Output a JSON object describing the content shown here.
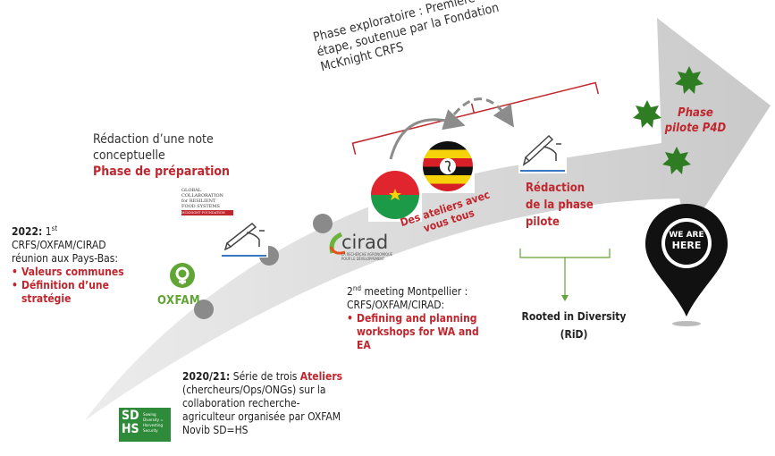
{
  "milestones": {
    "m2022": {
      "year": "2022:",
      "line1_pre": " 1",
      "line1_sup": "st",
      "line2": "CRFS/OXFAM/CIRAD",
      "line3": "réunion aux Pays-Bas:",
      "bullets": [
        "Valeurs communes",
        "Définition d’une stratégie"
      ]
    },
    "note": {
      "line1": "Rédaction d’une note",
      "line2": "conceptuelle",
      "phase": "Phase de préparation"
    },
    "exploratory": {
      "line1": "Phase exploratoire : Première",
      "line2": "étape, soutenue par la Fondation",
      "line3": "McKnight CRFS"
    },
    "ateliers": {
      "line1": "Des ateliers avec",
      "line2": "vous tous"
    },
    "redaction_pilote": {
      "line1": "Rédaction",
      "line2": "de la phase",
      "line3": "pilote"
    },
    "p4d": {
      "line1": "Phase",
      "line2": "pilote P4D"
    },
    "rid": {
      "line1": "Rooted in Diversity",
      "line2": "(RiD)"
    },
    "montpellier": {
      "line1_pre": "2",
      "line1_sup": "nd",
      "line1_post": " meeting Montpellier :",
      "line2": "CRFS/OXFAM/CIRAD:",
      "bullets": [
        "Defining and planning workshops for WA and EA"
      ]
    },
    "m2020": {
      "year": "2020/21:",
      "text1": " Série de trois ",
      "ateliers": "Ateliers",
      "line2": "(chercheurs/Ops/ONGs) sur la",
      "line3": "collaboration recherche-",
      "line4": "agriculteur organisée par OXFAM",
      "line5": "Novib SD=HS"
    }
  },
  "logos": {
    "oxfam": "OXFAM",
    "cirad": "cirad",
    "cirad_sub1": "LA RECHERCHE AGRONOMIQUE",
    "cirad_sub2": "POUR LE DÉVELOPPEMENT",
    "sdhs1": "SD",
    "sdhs2": "HS",
    "sdhs_sub1": "Sowing",
    "sdhs_sub2": "Diversity =",
    "sdhs_sub3": "Harvesting",
    "sdhs_sub4": "Security",
    "gcrfs1": "GLOBAL",
    "gcrfs2": "COLLABORATION",
    "gcrfs3": "for RESILIENT",
    "gcrfs4": "FOOD SYSTEMS",
    "gcrfs5": "MCKNIGHT FOUNDATION",
    "we_are_here1": "WE ARE",
    "we_are_here2": "HERE"
  },
  "colors": {
    "accent_red": "#c0262d",
    "arrow_gray": "#d3d3d3",
    "oxfam_green": "#61a534",
    "star_green": "#2f7d22",
    "cirad_green": "#6bb33a"
  }
}
